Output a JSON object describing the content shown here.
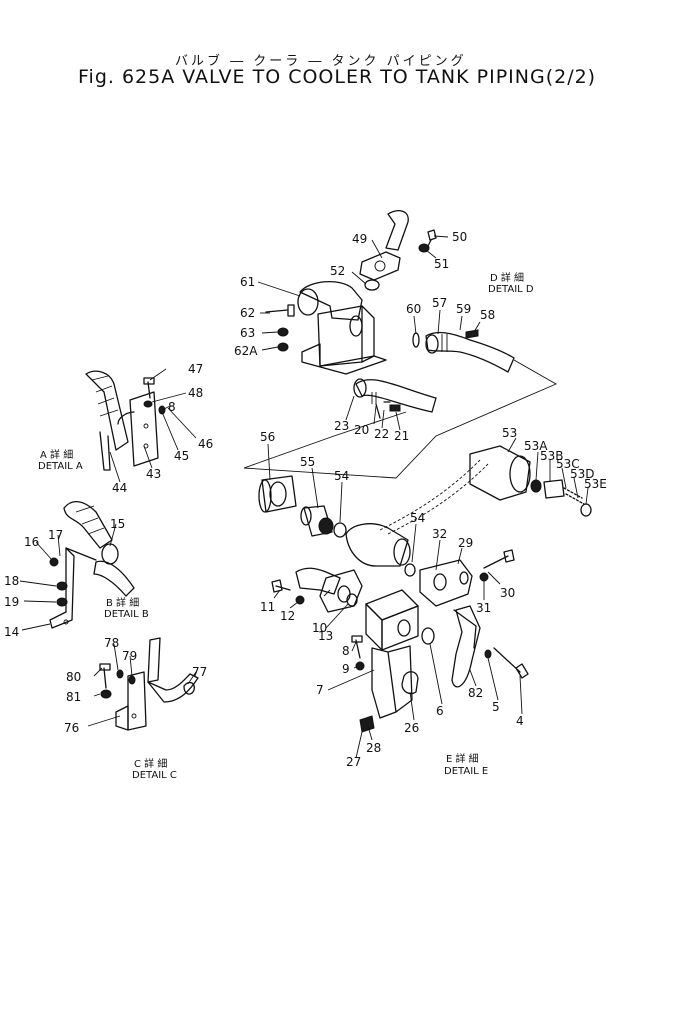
{
  "title": {
    "japanese": "バルブ ― クーラ ― タンク パイピング",
    "english": "Fig. 625A VALVE TO COOLER TO TANK PIPING(2/2)"
  },
  "details": {
    "A": {
      "jp": "A 詳 細",
      "en": "DETAIL A"
    },
    "B": {
      "jp": "B 詳 細",
      "en": "DETAIL B"
    },
    "C": {
      "jp": "C 詳 細",
      "en": "DETAIL C"
    },
    "D": {
      "jp": "D 詳 細",
      "en": "DETAIL D"
    },
    "E": {
      "jp": "E 詳 細",
      "en": "DETAIL E"
    }
  },
  "callouts": {
    "c49": "49",
    "c50": "50",
    "c51": "51",
    "c52": "52",
    "c61": "61",
    "c62": "62",
    "c63": "63",
    "c62a": "62A",
    "c60": "60",
    "c57": "57",
    "c59": "59",
    "c58": "58",
    "c23": "23",
    "c20": "20",
    "c22": "22",
    "c21": "21",
    "c47": "47",
    "c48": "48",
    "c8a": "8",
    "c45": "45",
    "c46": "46",
    "c43": "43",
    "c44": "44",
    "c56": "56",
    "c55": "55",
    "c54a": "54",
    "c53": "53",
    "c53a": "53A",
    "c53b": "53B",
    "c53c": "53C",
    "c53d": "53D",
    "c53e": "53E",
    "c54b": "54",
    "c32": "32",
    "c29": "29",
    "c30": "30",
    "c31": "31",
    "c11": "11",
    "c12": "12",
    "c10": "10",
    "c13": "13",
    "c8b": "8",
    "c9": "9",
    "c7": "7",
    "c6": "6",
    "c26": "26",
    "c28": "28",
    "c27": "27",
    "c82": "82",
    "c5": "5",
    "c4": "4",
    "c16": "16",
    "c17": "17",
    "c15": "15",
    "c18": "18",
    "c19": "19",
    "c14": "14",
    "c78": "78",
    "c79": "79",
    "c77": "77",
    "c80": "80",
    "c81": "81",
    "c76": "76"
  }
}
